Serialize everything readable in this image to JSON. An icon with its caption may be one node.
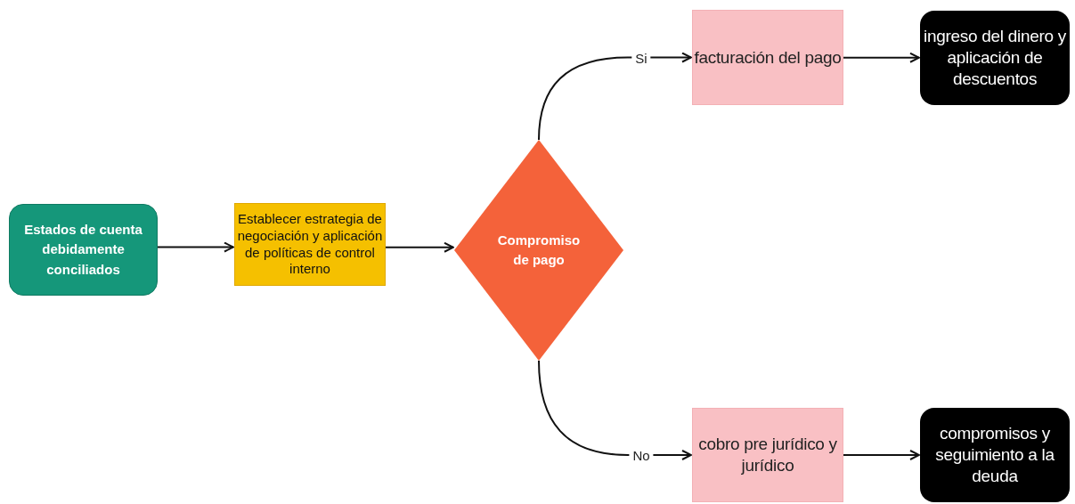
{
  "diagram": {
    "nodes": [
      {
        "text": [
          "Estados de cuenta debidamente conciliados"
        ]
      },
      {
        "text": [
          "Establecer estrategia de negociación y aplicación de políticas de control interno"
        ]
      },
      {
        "text": [
          "Compromiso de pago"
        ]
      },
      {
        "text": [
          "facturación del pago"
        ]
      },
      {
        "text": [
          "ingreso del dinero y aplicación de descuentos"
        ]
      },
      {
        "text": [
          "cobro pre jurídico y jurídico"
        ]
      },
      {
        "text": [
          "compromisos y seguimiento a la deuda"
        ]
      }
    ],
    "edges": [
      {
        "from": 0,
        "to": 1,
        "arrow": "to"
      },
      {
        "from": 1,
        "to": 2,
        "arrow": "to"
      },
      {
        "from": 2,
        "to": 3,
        "arrow": "to",
        "label": "Si"
      },
      {
        "from": 2,
        "to": 5,
        "arrow": "to",
        "label": "No"
      },
      {
        "from": 3,
        "to": 4,
        "arrow": "to"
      },
      {
        "from": 5,
        "to": 6,
        "arrow": "to"
      }
    ]
  }
}
